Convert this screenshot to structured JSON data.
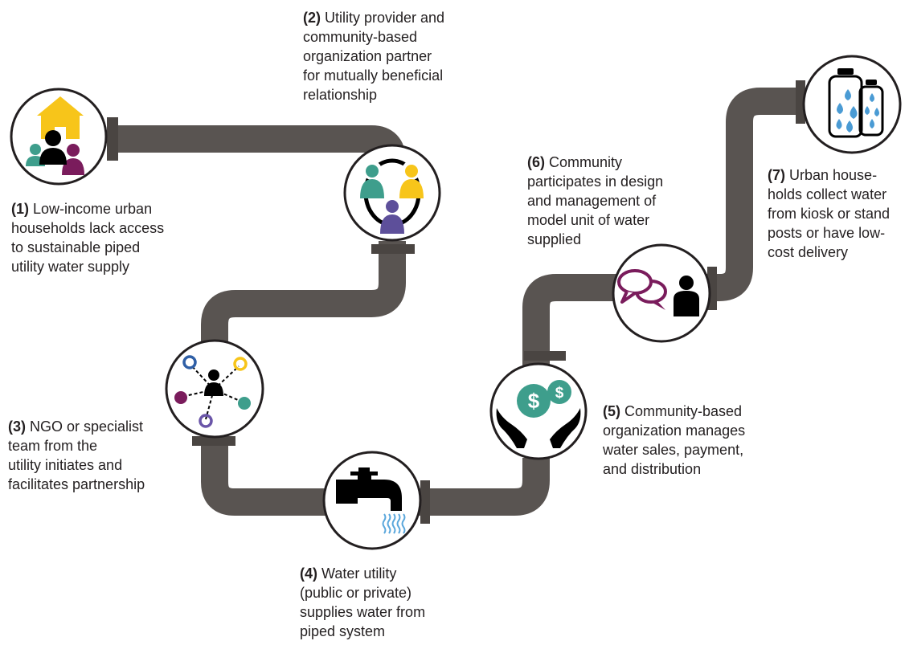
{
  "colors": {
    "pipe": "#595451",
    "pipe_dark": "#4a4542",
    "outline": "#231f20",
    "yellow": "#f7c51a",
    "teal": "#3e9e8c",
    "purple": "#7a1c5c",
    "indigo": "#5d4f9a",
    "water": "#4a9bd4",
    "ink": "#000000"
  },
  "steps": [
    {
      "num": "(1)",
      "icon": "house-family-icon",
      "lines": [
        "Low-income urban",
        "households lack access",
        "to sustainable piped",
        "utility water supply"
      ]
    },
    {
      "num": "(2)",
      "icon": "partnership-circle-icon",
      "lines": [
        "Utility provider and",
        "community-based",
        "organization partner",
        "for mutually beneficial",
        "relationship"
      ]
    },
    {
      "num": "(3)",
      "icon": "network-facilitator-icon",
      "lines": [
        "NGO or specialist",
        "team from the",
        "utility initiates and",
        "facilitates partnership"
      ]
    },
    {
      "num": "(4)",
      "icon": "water-tap-icon",
      "lines": [
        "Water utility",
        "(public or private)",
        "supplies water from",
        "piped system"
      ]
    },
    {
      "num": "(5)",
      "icon": "money-hands-icon",
      "lines": [
        "Community-based",
        "organization manages",
        "water sales, payment,",
        "and distribution"
      ]
    },
    {
      "num": "(6)",
      "icon": "speech-person-icon",
      "lines": [
        "Community",
        "participates in design",
        "and management of",
        "model unit of water",
        "supplied"
      ]
    },
    {
      "num": "(7)",
      "icon": "water-containers-icon",
      "lines": [
        "Urban house-",
        "holds collect water",
        "from kiosk or stand",
        "posts or have low-",
        "cost delivery"
      ]
    }
  ]
}
